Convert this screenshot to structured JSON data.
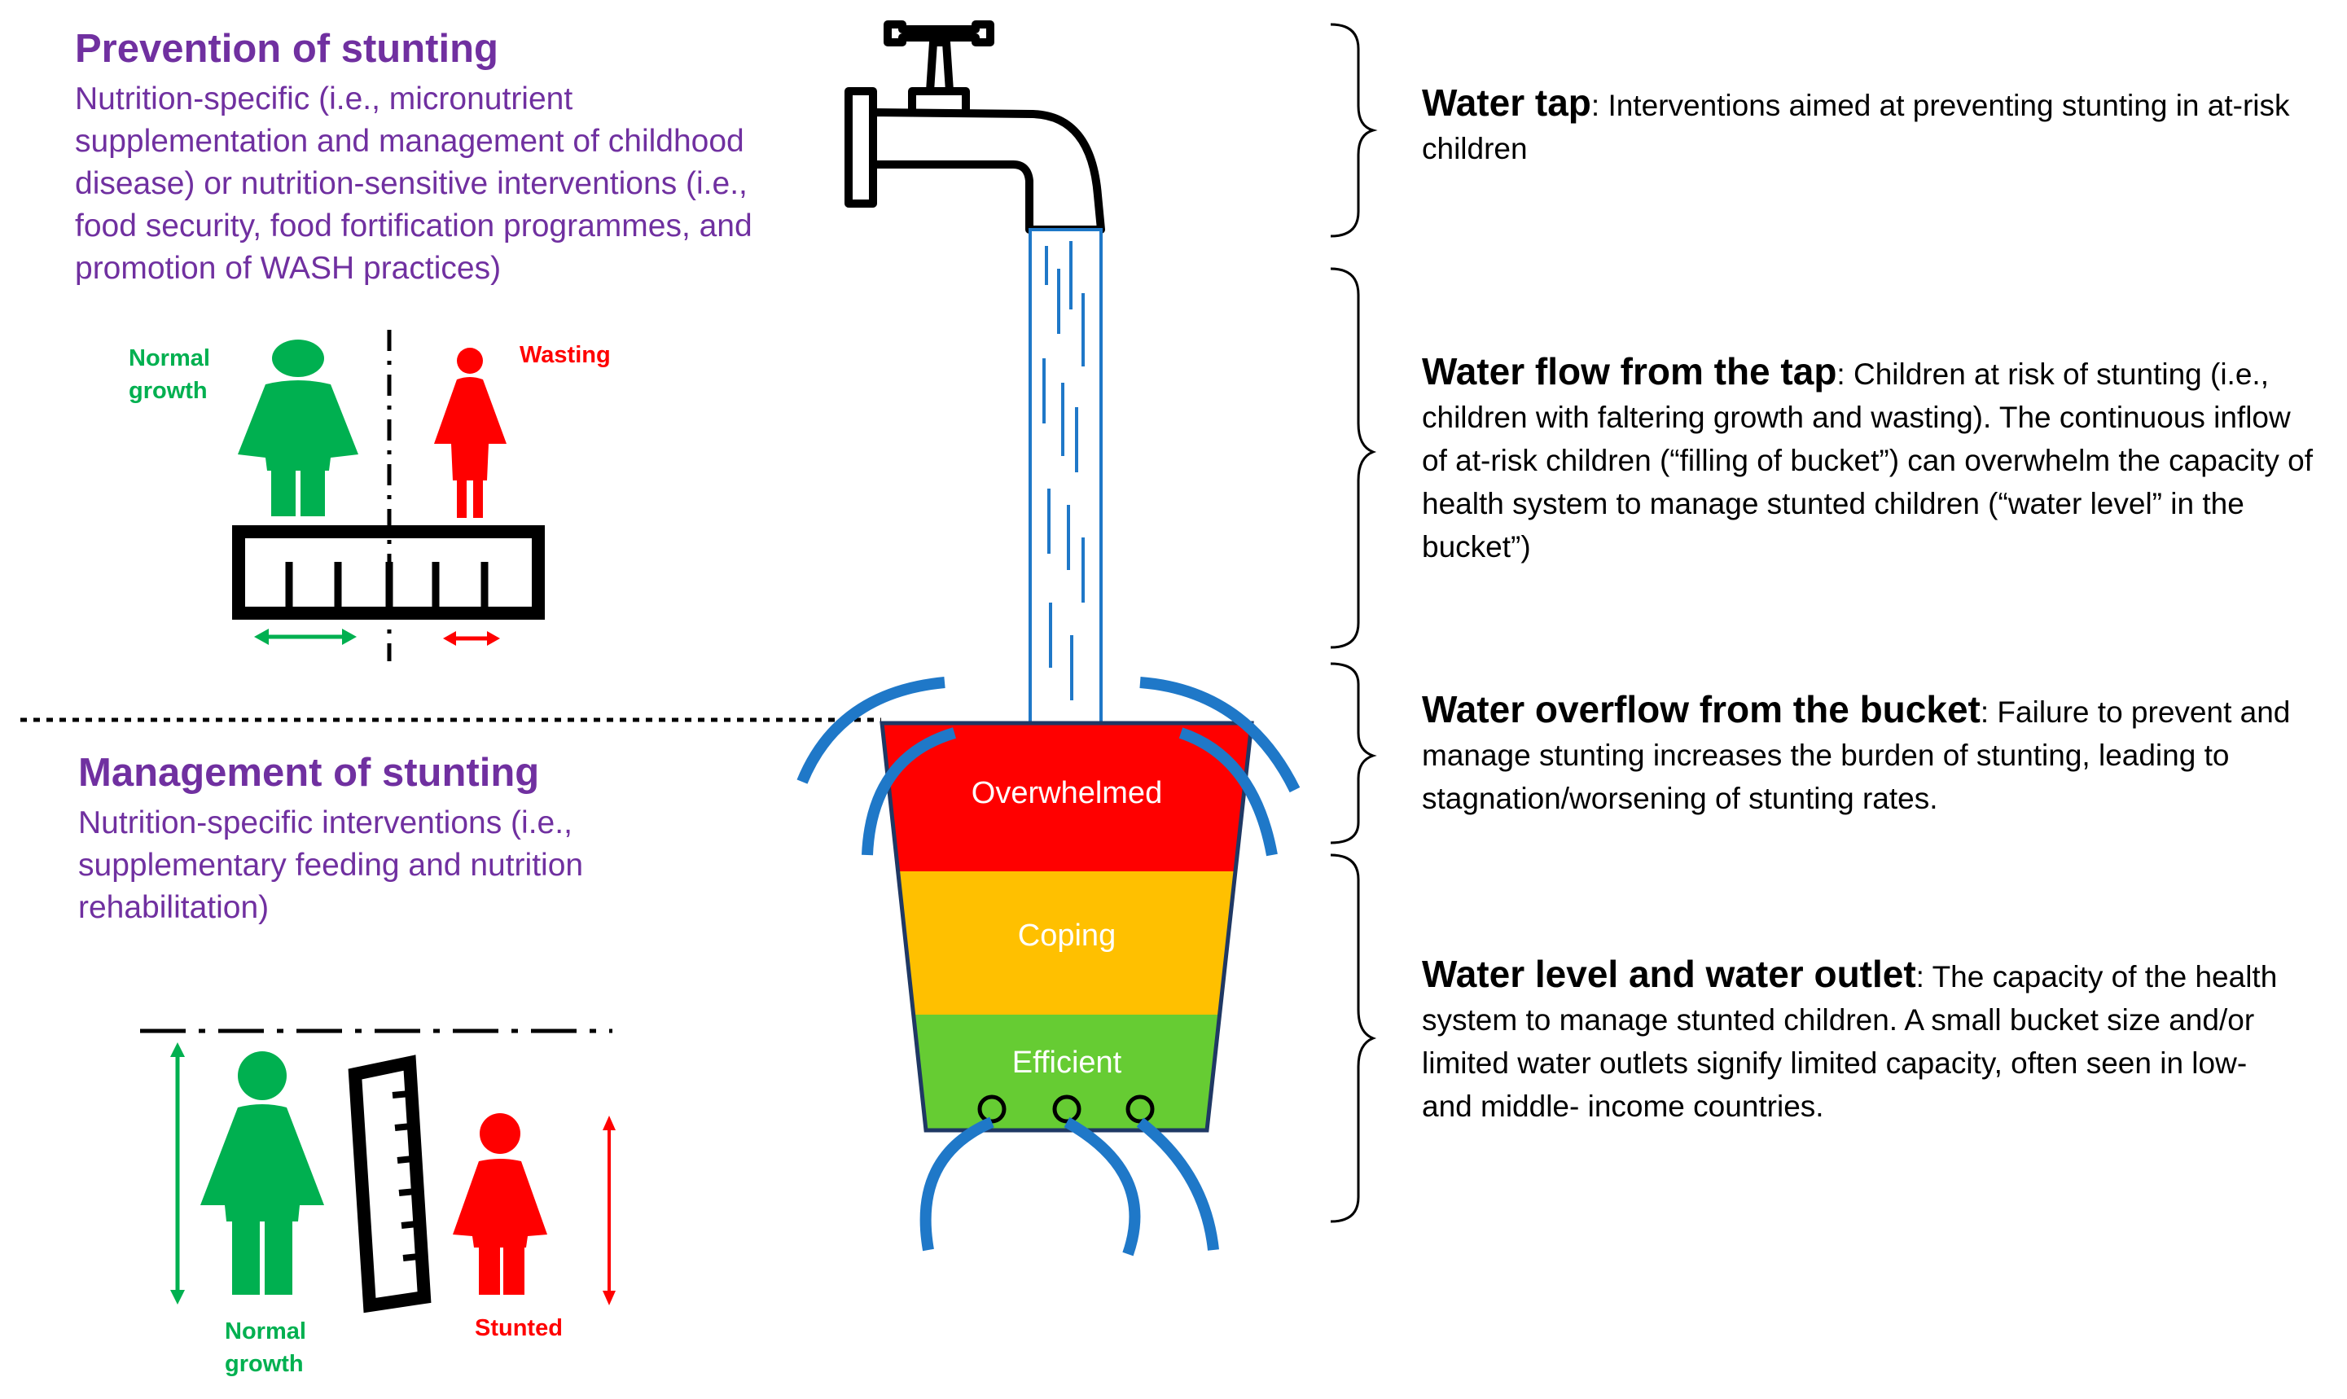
{
  "colors": {
    "purple": "#7030A0",
    "green": "#00B050",
    "red": "#FF0000",
    "bucket_red": "#FF0000",
    "bucket_amber": "#FFC000",
    "bucket_green": "#66CC33",
    "water_blue": "#1F78C8"
  },
  "prevention": {
    "title": "Prevention of stunting",
    "body": "Nutrition-specific (i.e., micronutrient supplementation and management of childhood disease) or nutrition-sensitive interventions (i.e., food security, food fortification programmes, and promotion of WASH practices)",
    "label_normal_line1": "Normal",
    "label_normal_line2": "growth",
    "label_wasting": "Wasting"
  },
  "management": {
    "title": "Management of stunting",
    "body": "Nutrition-specific interventions (i.e., supplementary feeding and nutrition rehabilitation)",
    "label_normal_line1": "Normal",
    "label_normal_line2": "growth",
    "label_stunted": "Stunted"
  },
  "bucket": {
    "band_top": "Overwhelmed",
    "band_middle": "Coping",
    "band_bottom": "Efficient"
  },
  "descriptions": {
    "tap": {
      "heading": "Water tap",
      "text": ": Interventions aimed at preventing stunting in at-risk children"
    },
    "flow": {
      "heading": "Water flow from the tap",
      "text": ": Children at risk of stunting (i.e., children with faltering growth and wasting). The continuous inflow of at-risk children (“filling of bucket”) can overwhelm the capacity of health system to manage stunted children (“water level” in the bucket”)"
    },
    "overflow": {
      "heading": "Water overflow from the bucket",
      "text": ": Failure to prevent and manage stunting increases the burden of stunting, leading to stagnation/worsening of stunting rates."
    },
    "level": {
      "heading": "Water level and water outlet",
      "text": ": The capacity of the health system to manage stunted children. A small bucket size and/or limited water outlets signify limited capacity, often seen in low- and middle- income countries."
    }
  }
}
